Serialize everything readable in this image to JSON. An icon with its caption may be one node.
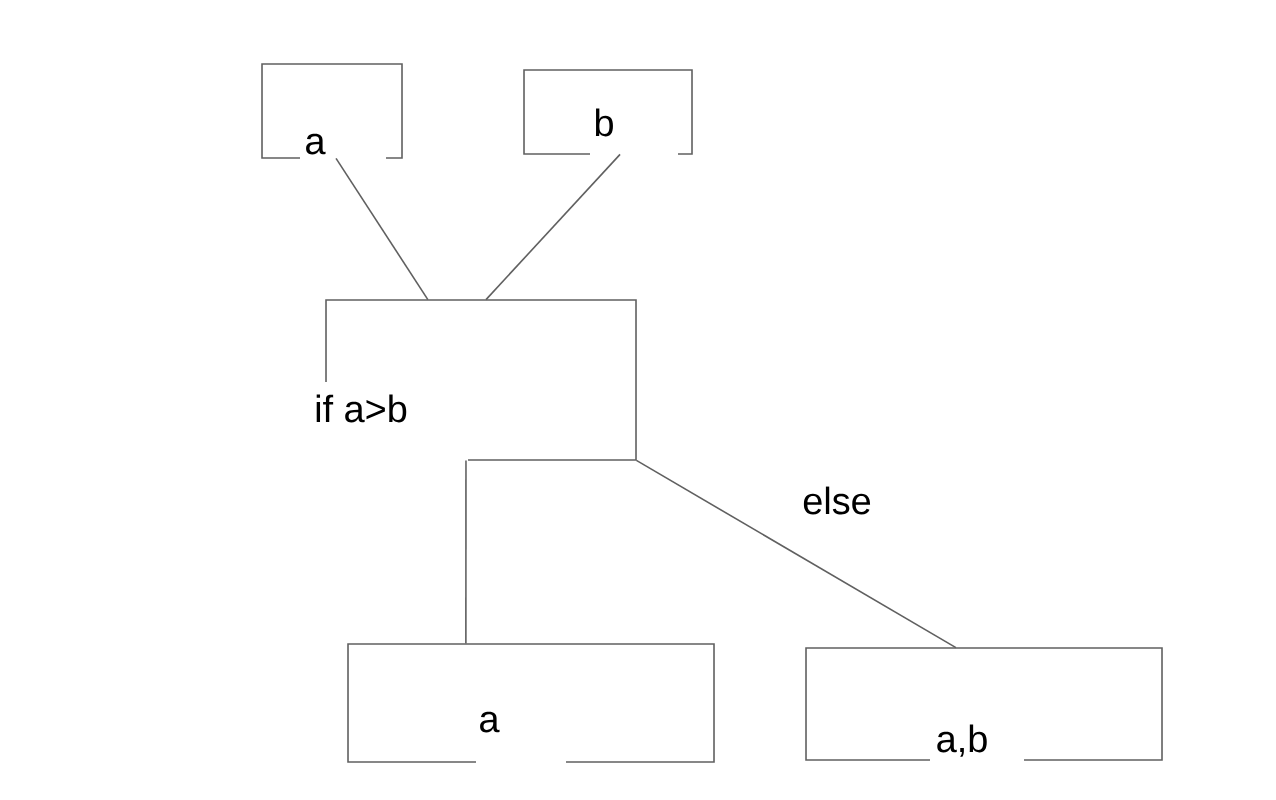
{
  "diagram": {
    "nodes": [
      {
        "text": [
          "a"
        ]
      },
      {
        "text": [
          "b"
        ]
      },
      {
        "text": [
          "if a>b"
        ]
      },
      {
        "text": [
          "a"
        ]
      },
      {
        "text": [
          "a,b"
        ]
      }
    ],
    "edges": [
      {
        "from": 0,
        "to": 2,
        "arrow": "none"
      },
      {
        "from": 1,
        "to": 2,
        "arrow": "none"
      },
      {
        "from": 2,
        "to": 3,
        "arrow": "none"
      },
      {
        "from": 2,
        "to": 4,
        "arrow": "none",
        "label": "else"
      }
    ]
  }
}
